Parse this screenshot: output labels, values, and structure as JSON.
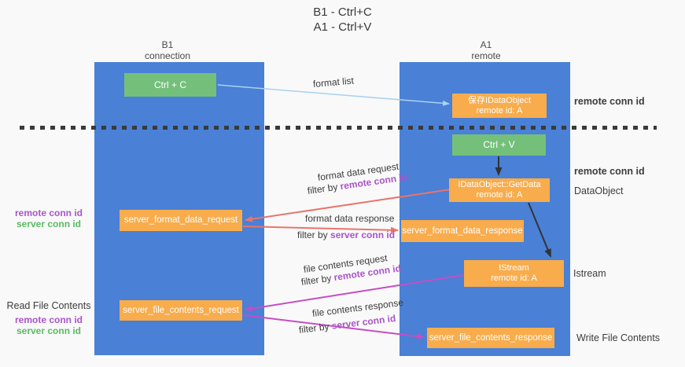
{
  "colors": {
    "background": "#f9f9f9",
    "column_blue": "#4a80d5",
    "box_orange": "#f8ac4c",
    "box_green": "#74c07a",
    "arrow_salmon": "#e8756c",
    "arrow_magenta": "#c44ec4",
    "arrow_lightblue": "#a8d2ef",
    "arrow_black": "#333333",
    "text_purple": "#a855c8",
    "text_green": "#5bb964",
    "text_dark": "#3c3c3c"
  },
  "title": {
    "line1": "B1 - Ctrl+C",
    "line2": "A1 - Ctrl+V"
  },
  "columns": {
    "left": {
      "line1": "B1",
      "line2": "connection"
    },
    "right": {
      "line1": "A1",
      "line2": "remote"
    }
  },
  "boxes": {
    "ctrl_c": {
      "label": "Ctrl + C"
    },
    "ctrl_v": {
      "label": "Ctrl + V"
    },
    "save_dataobject": {
      "line1": "保存IDataObject",
      "line2": "remote id: A"
    },
    "getdata": {
      "line1": "IDataObject::GetData",
      "line2": "remote id: A"
    },
    "istream": {
      "line1": "IStream",
      "line2": "remote id: A"
    },
    "format_request": {
      "label": "server_format_data_request"
    },
    "format_response": {
      "label": "server_format_data_response"
    },
    "file_request": {
      "label": "server_file_contents_request"
    },
    "file_response": {
      "label": "server_file_contents_response"
    }
  },
  "arrow_labels": {
    "format_list": "format list",
    "format_data_request": "format data request",
    "format_data_response": "format data response",
    "file_contents_request": "file contents request",
    "file_contents_response": "file contents response",
    "filter_by": "filter by ",
    "remote_conn_id": "remote conn id",
    "server_conn_id": "server conn id"
  },
  "side_labels": {
    "remote_conn_id_top_right": "remote conn id",
    "remote_conn_id_mid_right": "remote conn id",
    "dataobject": "DataObject",
    "istream": "Istream",
    "write_file_contents": "Write File Contents",
    "read_file_contents": "Read File Contents",
    "remote_conn_id_left_1": "remote conn id",
    "server_conn_id_left_1": "server conn id",
    "remote_conn_id_left_2": "remote conn id",
    "server_conn_id_left_2": "server conn id"
  }
}
